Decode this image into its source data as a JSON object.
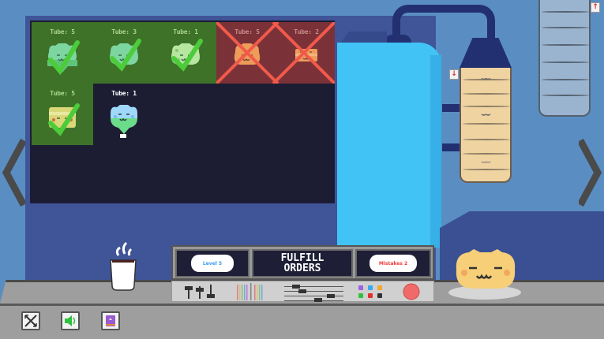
{
  "orders": [
    {
      "label": "Tube: 5",
      "status": "fulfilled",
      "critter": "green-cat",
      "color": "#7dd6a0"
    },
    {
      "label": "Tube: 3",
      "status": "fulfilled",
      "critter": "green-cat",
      "color": "#7dd6a0"
    },
    {
      "label": "Tube: 1",
      "status": "fulfilled",
      "critter": "spotted-frog",
      "color": "#b7e6a0"
    },
    {
      "label": "Tube: 5",
      "status": "failed",
      "critter": "orange-cat",
      "color": "#ee9c5a"
    },
    {
      "label": "Tube: 2",
      "status": "failed",
      "critter": "orange-cake",
      "color": "#ee9c5a"
    },
    {
      "label": "Tube: 5",
      "status": "fulfilled",
      "critter": "yellow-cake",
      "color": "#d8d878"
    },
    {
      "label": "Tube: 1",
      "status": "pending",
      "critter": "blue-fish-cat",
      "color": "#9fd8f8"
    }
  ],
  "console": {
    "level_label": "Level 5",
    "fulfill_line1": "FULFILL",
    "fulfill_line2": "ORDERS",
    "mistakes_label": "Mistakes 2"
  },
  "toolbar": {
    "buttons": [
      {
        "name": "fullscreen-toggle",
        "icon": "crossed-arrows-icon"
      },
      {
        "name": "sound-toggle",
        "icon": "speaker-icon"
      },
      {
        "name": "recipe-book",
        "icon": "book-icon"
      }
    ]
  },
  "badges": {
    "tower_down": "↓",
    "storage_up": "↑"
  },
  "colors": {
    "background": "#5a8ec3",
    "wall": "#3f5597",
    "board": "#1c1c33",
    "order_ok": "#3e7228",
    "order_bad": "#7a3238",
    "check": "#4ccc3a",
    "cross": "#f05a4a",
    "machine": "#41c3f6",
    "pipe": "#223072",
    "tower": "#efd3a0",
    "storage": "#9ab4d0",
    "counter": "#9e9e9e",
    "level_text": "#3a9aee",
    "mistakes_text": "#ee3a3a"
  }
}
